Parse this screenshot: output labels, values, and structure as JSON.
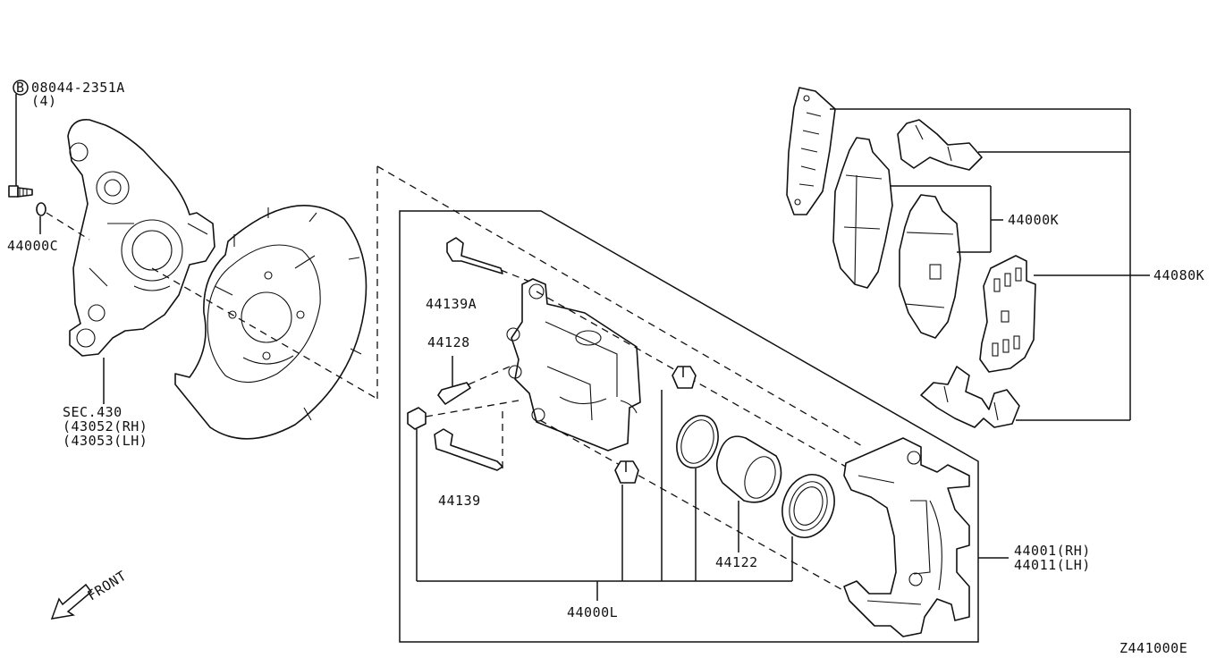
{
  "diagram": {
    "code": "Z441000E",
    "direction": "FRONT",
    "bolt": {
      "marker": "B",
      "part_no": "08044-2351A",
      "qty": "(4)"
    },
    "labels": {
      "knuckle_bolt_washer": "44000C",
      "section": "SEC.430",
      "knuckle_rh": "(43052(RH)",
      "knuckle_lh": "(43053(LH)",
      "pin_bolt_a": "44139A",
      "pin_44128": "44128",
      "pin_bolt": "44139",
      "piston": "44122",
      "seal_kit": "44000L",
      "pad_kit": "44000K",
      "shim_kit": "44080K",
      "caliper_rh": "44001(RH)",
      "caliper_lh": "44011(LH)"
    }
  }
}
